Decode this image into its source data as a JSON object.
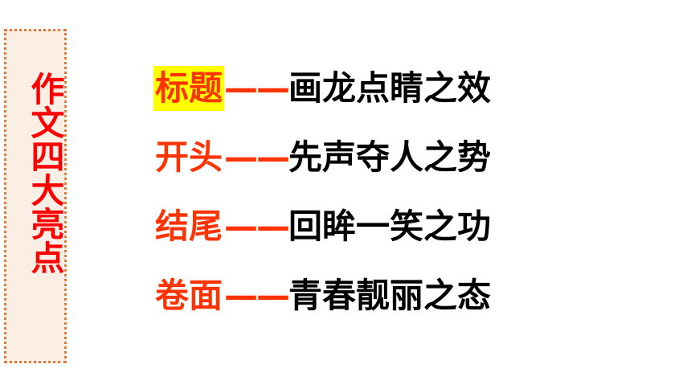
{
  "side_title": "作文四大亮点",
  "rows": [
    {
      "term": "标题",
      "dash": "——",
      "desc": "画龙点睛之效",
      "highlighted": true
    },
    {
      "term": "开头",
      "dash": "——",
      "desc": "先声夺人之势",
      "highlighted": false
    },
    {
      "term": "结尾",
      "dash": "——",
      "desc": "回眸一笑之功",
      "highlighted": false
    },
    {
      "term": "卷面",
      "dash": "——",
      "desc": "青春靓丽之态",
      "highlighted": false
    }
  ],
  "colors": {
    "term": "#ff3300",
    "title": "#ff0000",
    "desc": "#000000",
    "highlight": "#ffff00",
    "panel_bg": "#fbeee4",
    "panel_border": "#e07b39"
  }
}
